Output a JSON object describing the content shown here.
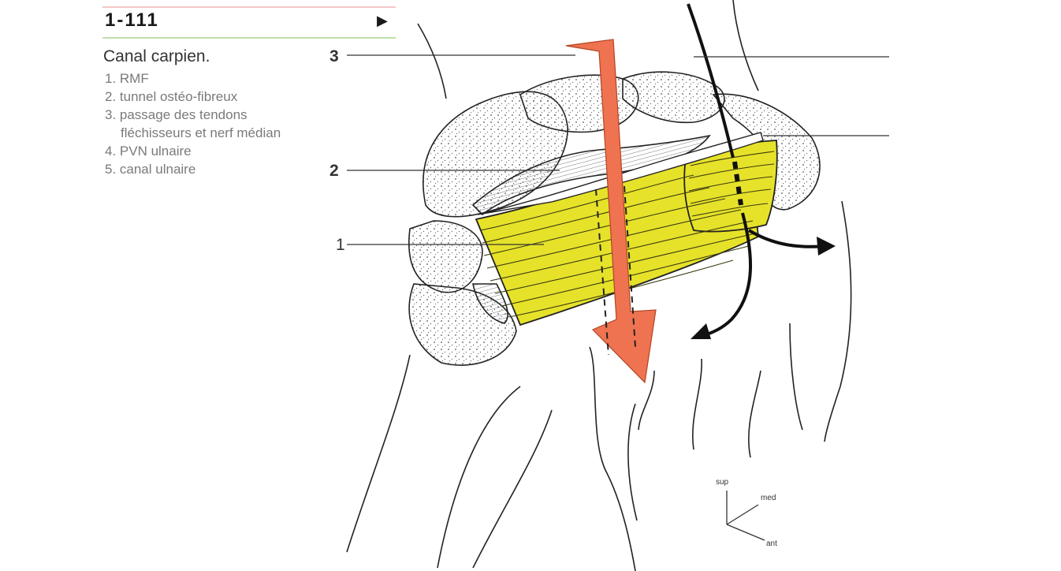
{
  "header": {
    "reference": "1-111",
    "next_icon": "triangle-right-icon"
  },
  "caption": {
    "title": "Canal carpien.",
    "items": [
      {
        "text": "1. RMF"
      },
      {
        "text": "2. tunnel ostéo-fibreux"
      },
      {
        "text": "3. passage des tendons"
      },
      {
        "text": "fléchisseurs et nerf médian"
      },
      {
        "text": "4. PVN ulnaire"
      },
      {
        "text": "5. canal ulnaire"
      }
    ]
  },
  "figure": {
    "callouts": {
      "one": "1",
      "two": "2",
      "three": "3"
    },
    "orientation": {
      "sup": "sup",
      "med": "med",
      "ant": "ant"
    },
    "colors": {
      "retinaculum": "#e6e22a",
      "median_arrow": "#ef7350",
      "ulnar_path": "#111111",
      "outline": "#222222"
    }
  }
}
